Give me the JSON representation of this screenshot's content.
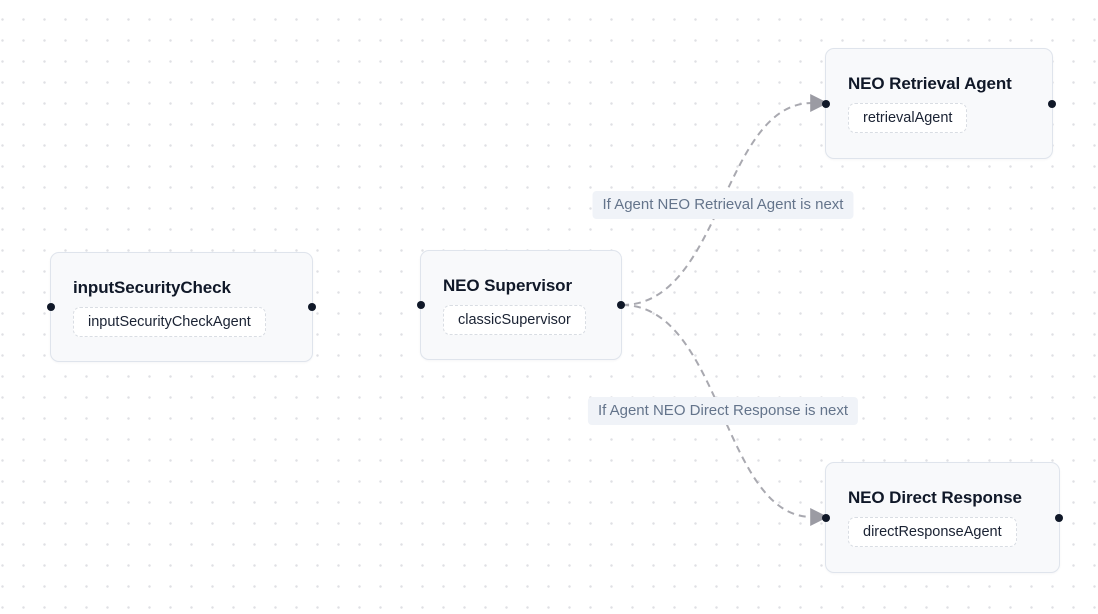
{
  "canvas": {
    "background_dot_color": "#dfe0e4",
    "edge_color": "#a9a9b0",
    "arrowhead_color": "#9b9ba3",
    "handle_color": "#101828",
    "node_background": "#f8f9fb",
    "node_border": "#dfe4ec",
    "label_background": "#f0f3f8",
    "label_text_color": "#64748b",
    "title_text_color": "#101828"
  },
  "nodes": [
    {
      "title": "inputSecurityCheck",
      "agent_label": "inputSecurityCheckAgent"
    },
    {
      "title": "NEO Supervisor",
      "agent_label": "classicSupervisor"
    },
    {
      "title": "NEO Retrieval Agent",
      "agent_label": "retrievalAgent"
    },
    {
      "title": "NEO Direct Response",
      "agent_label": "directResponseAgent"
    }
  ],
  "edges": [
    {
      "source": "NEO Supervisor",
      "target": "NEO Retrieval Agent",
      "label": "If Agent NEO Retrieval Agent is next",
      "style": "dashed"
    },
    {
      "source": "NEO Supervisor",
      "target": "NEO Direct Response",
      "label": "If Agent NEO Direct Response is next",
      "style": "dashed"
    }
  ]
}
